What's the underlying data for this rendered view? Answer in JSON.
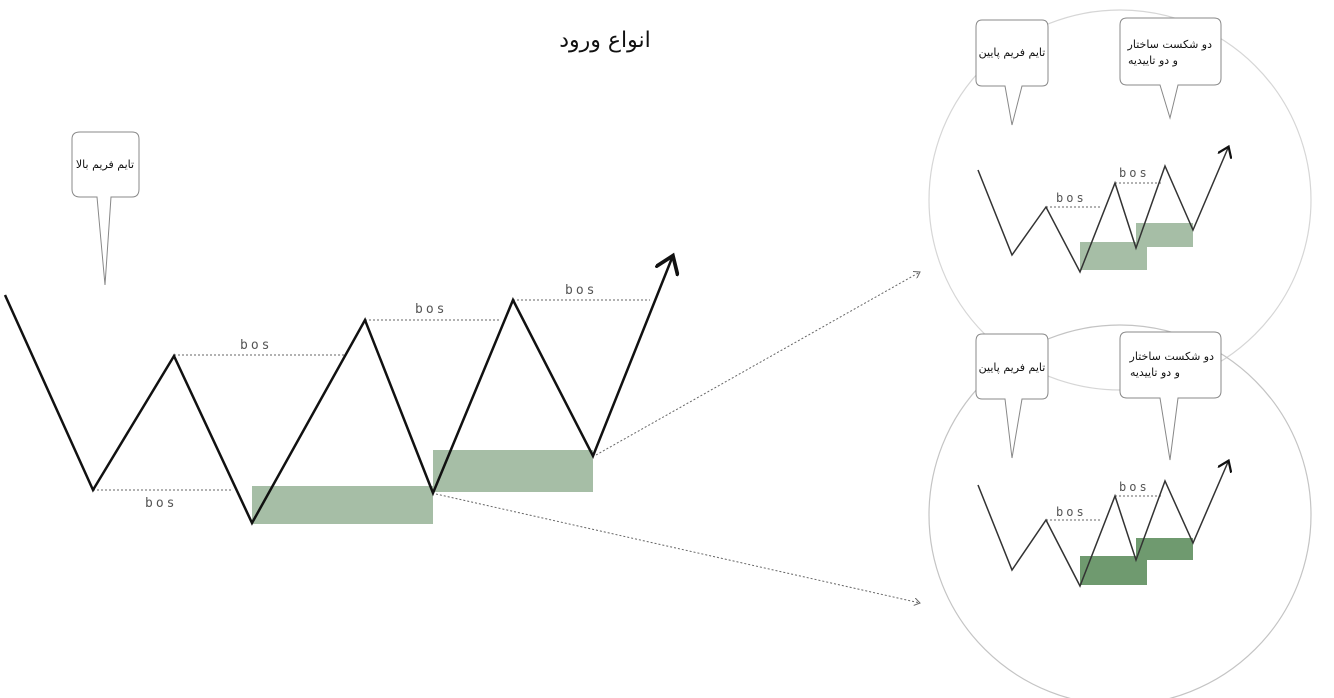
{
  "title": "انواع ورود",
  "main_diagram": {
    "bubble": "تایم فریم بالا",
    "bos_labels": [
      "bos",
      "bos",
      "bos",
      "bos"
    ]
  },
  "top_circle": {
    "bubble_left": "تایم فریم پایین",
    "bubble_right_line1": "دو شکست ساختار",
    "bubble_right_line2": "و دو تاییدیه",
    "bos_labels": [
      "bos",
      "bos"
    ]
  },
  "bottom_circle": {
    "bubble_left": "تایم فریم پایین",
    "bubble_right_line1": "دو شکست ساختار",
    "bubble_right_line2": "و دو تاییدیه",
    "bos_labels": [
      "bos",
      "bos"
    ]
  },
  "colors": {
    "zone_light": "#a6bea6",
    "zone_dark": "#6f9a6f",
    "line": "#111111",
    "dotted": "#666666",
    "circle": "#cfcfcf"
  }
}
